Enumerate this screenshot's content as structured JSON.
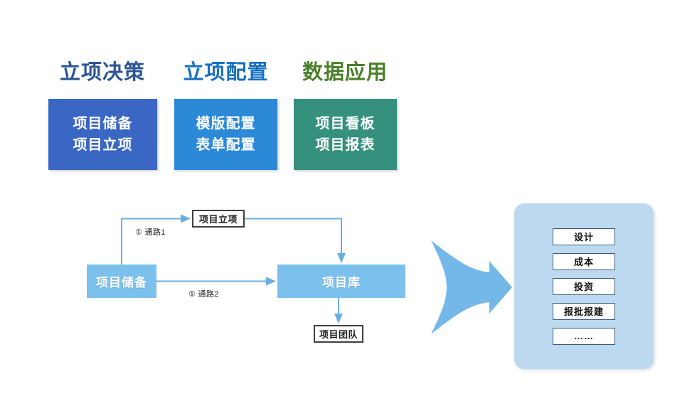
{
  "columns": [
    {
      "heading": "立项决策",
      "heading_color": "#2d5594",
      "card_color": "#3a66c4",
      "lines": [
        "项目储备",
        "项目立项"
      ]
    },
    {
      "heading": "立项配置",
      "heading_color": "#1770c0",
      "card_color": "#2b89d8",
      "lines": [
        "模版配置",
        "表单配置"
      ]
    },
    {
      "heading": "数据应用",
      "heading_color": "#4a8029",
      "card_color": "#35907e",
      "lines": [
        "项目看板",
        "项目报表"
      ]
    }
  ],
  "flow": {
    "nodes": {
      "reserve": "项目储备",
      "library": "项目库",
      "approval": "项目立项",
      "team": "项目团队"
    },
    "labels": {
      "path1": "① 通路1",
      "path2": "① 通路2"
    },
    "connector_color": "#6aaee0",
    "node_fill_color": "#7cc0ed",
    "node_outline_color": "#3f3f3f"
  },
  "arrow": {
    "color": "#74b8ea"
  },
  "panel": {
    "background": "#bcd9f0",
    "items": [
      "设计",
      "成本",
      "投资",
      "报批报建",
      "……"
    ]
  }
}
